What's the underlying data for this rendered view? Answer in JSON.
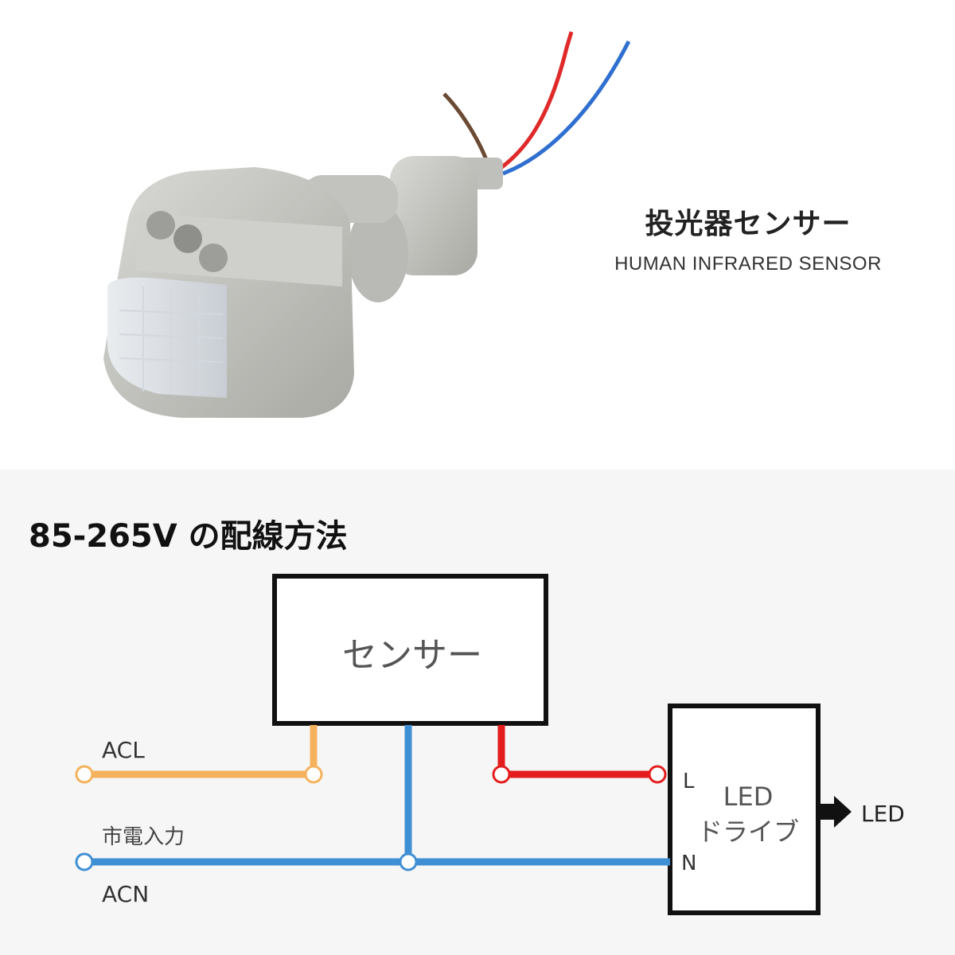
{
  "product": {
    "title": "投光器センサー",
    "subtitle": "HUMAN INFRARED SENSOR"
  },
  "wiring": {
    "title": "85-265V の配線方法",
    "sensor_box_label": "センサー",
    "driver_box_label_line1": "LED",
    "driver_box_label_line2": "ドライブ",
    "terminal_l": "L",
    "terminal_n": "N",
    "output_label": "LED",
    "acl_label": "ACL",
    "mains_label": "市電入力",
    "acn_label": "ACN"
  },
  "colors": {
    "live_wire": "#f5b25c",
    "neutral_wire": "#3f8fd4",
    "load_wire": "#e51c1c",
    "sensor_wire_brown": "#6b4a33",
    "sensor_wire_red": "#e02a2a",
    "sensor_wire_blue": "#2f6fcf",
    "housing": "#c8c8c4"
  }
}
